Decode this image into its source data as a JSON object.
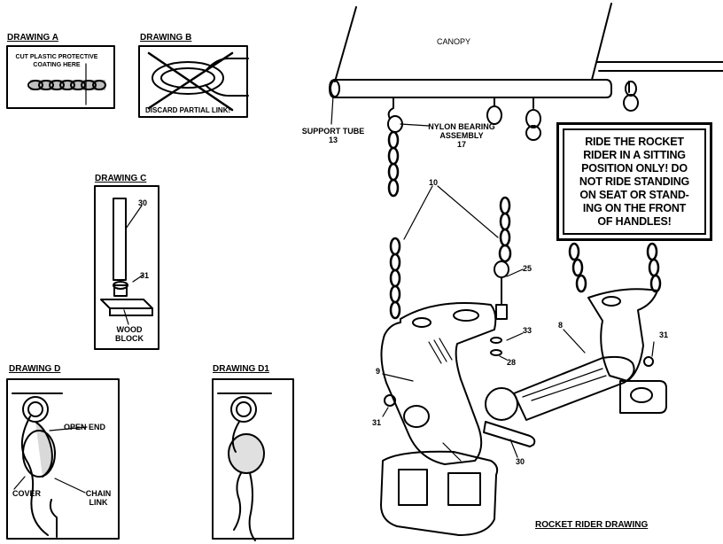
{
  "drawings": {
    "a": {
      "title": "DRAWING A",
      "note_line1": "CUT PLASTIC PROTECTIVE",
      "note_line2": "COATING HERE"
    },
    "b": {
      "title": "DRAWING B",
      "note": "DISCARD PARTIAL LINK!"
    },
    "c": {
      "title": "DRAWING C",
      "part_30": "30",
      "part_31": "31",
      "wood_line1": "WOOD",
      "wood_line2": "BLOCK"
    },
    "d": {
      "title": "DRAWING D",
      "open_end": "OPEN END",
      "cover": "COVER",
      "chain_line1": "CHAIN",
      "chain_line2": "LINK"
    },
    "d1": {
      "title": "DRAWING D1"
    }
  },
  "main": {
    "canopy": "CANOPY",
    "support_tube_line1": "SUPPORT TUBE",
    "support_tube_line2": "13",
    "nylon_line1": "NYLON BEARING",
    "nylon_line2": "ASSEMBLY",
    "nylon_line3": "17",
    "warning": "RIDE THE ROCKET\nRIDER IN A SITTING\nPOSITION ONLY!  DO\nNOT RIDE STANDING\nON SEAT OR STAND-\nING ON THE FRONT\nOF HANDLES!",
    "callouts": {
      "p10": "10",
      "p25": "25",
      "p33": "33",
      "p28": "28",
      "p8": "8",
      "p31a": "31",
      "p9": "9",
      "p31b": "31",
      "p30": "30"
    },
    "caption": "ROCKET RIDER DRAWING"
  }
}
